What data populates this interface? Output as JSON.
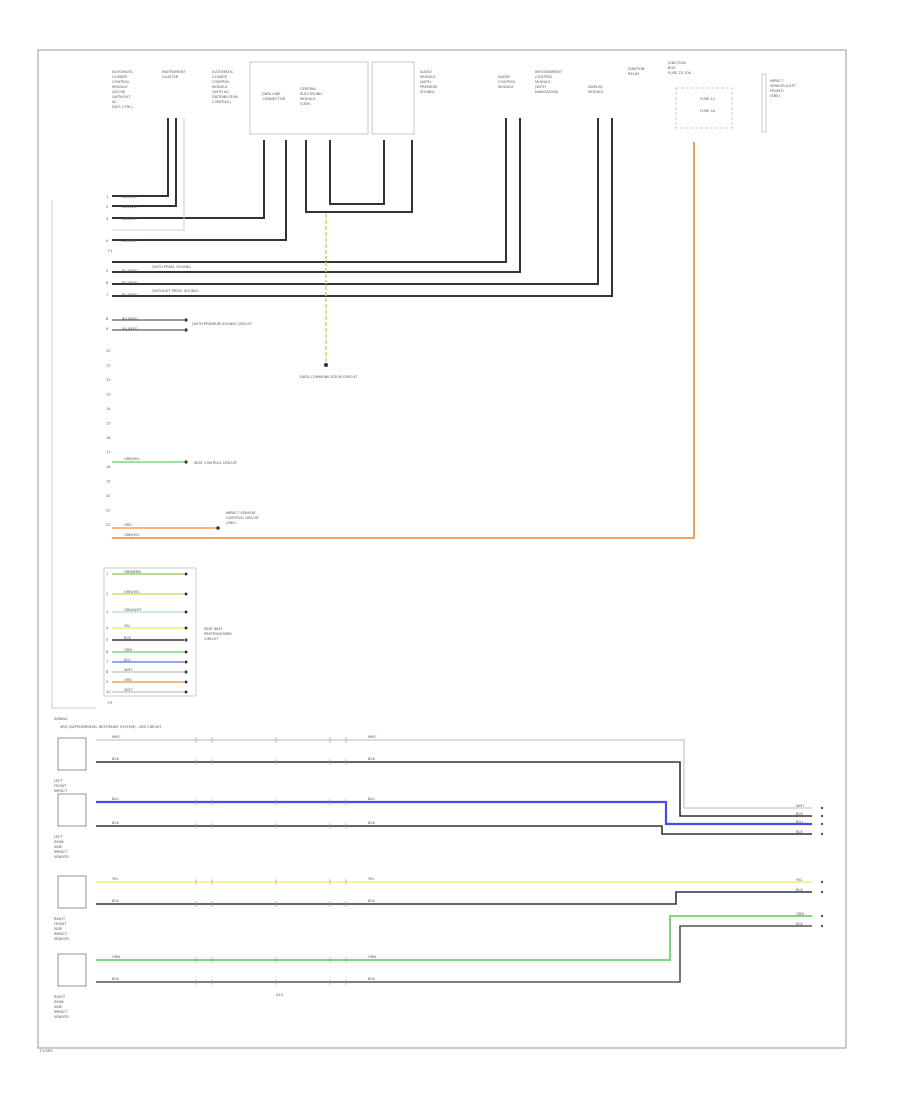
{
  "colors": {
    "black": "#333333",
    "gray": "#9a9a9a",
    "orange": "#f5a15a",
    "yellow": "#f1ef6a",
    "green": "#7ed87e",
    "blue": "#4a4ae6",
    "frame": "#888888"
  },
  "top_components": [
    {
      "id": "c1",
      "lines": [
        "AUTOMATIC",
        "CLIMATE",
        "CONTROL",
        "MODULE",
        "(ACCM)",
        "(WITHOUT",
        "AC",
        "DIST. CTRL)"
      ]
    },
    {
      "id": "c2",
      "lines": [
        "INSTRUMENT",
        "CLUSTER"
      ]
    },
    {
      "id": "c3",
      "lines": [
        "AUTOMATIC",
        "CLIMATE",
        "CONTROL",
        "MODULE",
        "(WITH AC",
        "DISTRIBUTION",
        "CONTROL)"
      ]
    },
    {
      "id": "c4",
      "lines": [
        "DATA LINK",
        "CONNECTOR"
      ]
    },
    {
      "id": "c5",
      "lines": [
        "CENTRAL",
        "ELECTRONIC",
        "MODULE",
        "(CEM)"
      ]
    },
    {
      "id": "c6",
      "lines": [
        "AUDIO",
        "MODULE",
        "(WITH",
        "PREMIUM",
        "SOUND)"
      ]
    },
    {
      "id": "c7",
      "lines": [
        "AUDIO",
        "CONTROL",
        "MODULE"
      ]
    },
    {
      "id": "c8",
      "lines": [
        "INFOTAINMENT",
        "CONTROL",
        "MODULE",
        "(WITH",
        "NAVIGATION)"
      ]
    },
    {
      "id": "c9",
      "lines": [
        "DISPLAY",
        "MODULE"
      ]
    },
    {
      "id": "c10",
      "lines": [
        "IGNITION",
        "RELAY"
      ]
    },
    {
      "id": "c11",
      "lines": [
        "JUNCTION",
        "BOX",
        "FUSE 23 10A"
      ]
    },
    {
      "id": "c12",
      "lines": [
        "FUSE 12",
        "FUSE 34"
      ]
    },
    {
      "id": "c13",
      "lines": [
        "IMPACT",
        "SENSOR (LEFT",
        "FRONT)",
        "(SRS)"
      ]
    }
  ],
  "left_connector": {
    "label": "F1",
    "pins_block1": [
      "1",
      "2",
      "3",
      "4"
    ],
    "wires_block1": [
      "BLK/WHT",
      "BLK/WHT",
      "BLK/WHT",
      "BLK/WHT"
    ],
    "pins_block2": [
      "5",
      "6",
      "7"
    ],
    "wires_block2": [
      "BLU/RED",
      "BLU/RED",
      "BLU/RED"
    ],
    "notes_block2": [
      "(WITH PREM. SOUND)",
      "",
      "(WITHOUT PREM. SOUND)"
    ],
    "pins_block3": [
      "8",
      "9"
    ],
    "wires_block3": [
      "BLU/RED",
      "BLU/RED"
    ],
    "note_block3": "(WITH PREMIUM SOUND) CIRCUIT",
    "ground_label": "DATA COMMUNICATION CIRCUIT",
    "green_label": "GRN/YEL",
    "green_note": "SEAT CONTROL CIRCUIT",
    "orange_labels": [
      "ORG",
      "GRN/YEL"
    ],
    "orange_note": [
      "IMPACT SENSOR",
      "CONTROL CIRCUIT",
      "(SRS)"
    ],
    "pin_count": 22
  },
  "lower_block": {
    "wires": [
      "GRN/BRN",
      "GRN/YEL",
      "GRN/WHT",
      "YEL",
      "BLK",
      "GRN",
      "BLU",
      "WHT",
      "ORG",
      "WHT"
    ],
    "note": [
      "SEAT BELT",
      "PRETENSIONER",
      "CIRCUIT"
    ],
    "label": "F9"
  },
  "bottom_section": {
    "heading": "AIRBAG",
    "subheading": "SRS (SUPPLEMENTAL RESTRAINT SYSTEM) - SRS CIRCUIT",
    "sensors": [
      {
        "id": "s1",
        "label": [
          "LEFT",
          "FRONT",
          "IMPACT"
        ],
        "wire_top": "WHT",
        "wire_bot": "BLK"
      },
      {
        "id": "s2",
        "label": [
          "LEFT",
          "REAR",
          "SIDE",
          "IMPACT",
          "SENSOR"
        ],
        "wire_top": "BLU",
        "wire_bot": "BLK"
      },
      {
        "id": "s3",
        "label": [
          "RIGHT",
          "FRONT",
          "SIDE",
          "IMPACT",
          "SENSOR"
        ],
        "wire_top": "YEL",
        "wire_bot": "BLK"
      },
      {
        "id": "s4",
        "label": [
          "RIGHT",
          "REAR",
          "SIDE",
          "IMPACT",
          "SENSOR"
        ],
        "wire_top": "GRN",
        "wire_bot": "BLK"
      }
    ],
    "right_ends": [
      "WHT",
      "BLK",
      "BLU",
      "BLK",
      "YEL",
      "BLK",
      "GRN",
      "BLK"
    ],
    "bottom_label": "S10",
    "page_label": "F1/SRS"
  }
}
